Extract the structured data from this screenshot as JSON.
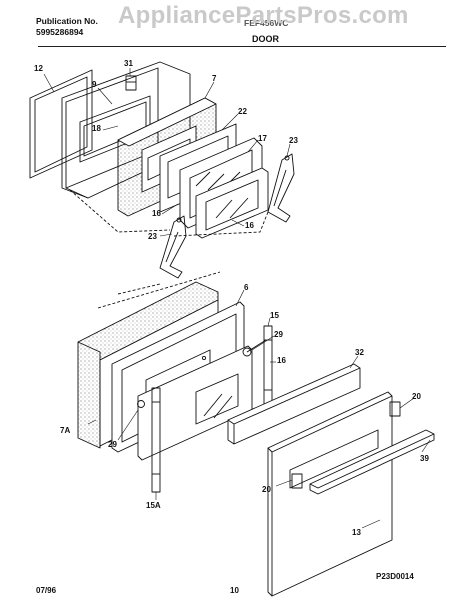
{
  "header": {
    "publication_label": "Publication No.",
    "publication_number": "5995286894",
    "model_number": "FEF456WC",
    "section_title": "DOOR"
  },
  "watermark": "AppliancePartsPros.com",
  "callouts": [
    {
      "id": "c12",
      "text": "12"
    },
    {
      "id": "c9",
      "text": "9"
    },
    {
      "id": "c31",
      "text": "31"
    },
    {
      "id": "c18",
      "text": "18"
    },
    {
      "id": "c7",
      "text": "7"
    },
    {
      "id": "c22",
      "text": "22"
    },
    {
      "id": "c17",
      "text": "17"
    },
    {
      "id": "c23a",
      "text": "23"
    },
    {
      "id": "c16a",
      "text": "16"
    },
    {
      "id": "c16b",
      "text": "16"
    },
    {
      "id": "c23b",
      "text": "23"
    },
    {
      "id": "c6",
      "text": "6"
    },
    {
      "id": "c15",
      "text": "15"
    },
    {
      "id": "c29a",
      "text": "29"
    },
    {
      "id": "c16c",
      "text": "16"
    },
    {
      "id": "c32",
      "text": "32"
    },
    {
      "id": "c7a",
      "text": "7A"
    },
    {
      "id": "c29b",
      "text": "29"
    },
    {
      "id": "c20a",
      "text": "20"
    },
    {
      "id": "c39",
      "text": "39"
    },
    {
      "id": "c20b",
      "text": "20"
    },
    {
      "id": "c15a",
      "text": "15A"
    },
    {
      "id": "c13",
      "text": "13"
    }
  ],
  "footer": {
    "date": "07/96",
    "page": "10",
    "figure_code": "P23D0014"
  }
}
